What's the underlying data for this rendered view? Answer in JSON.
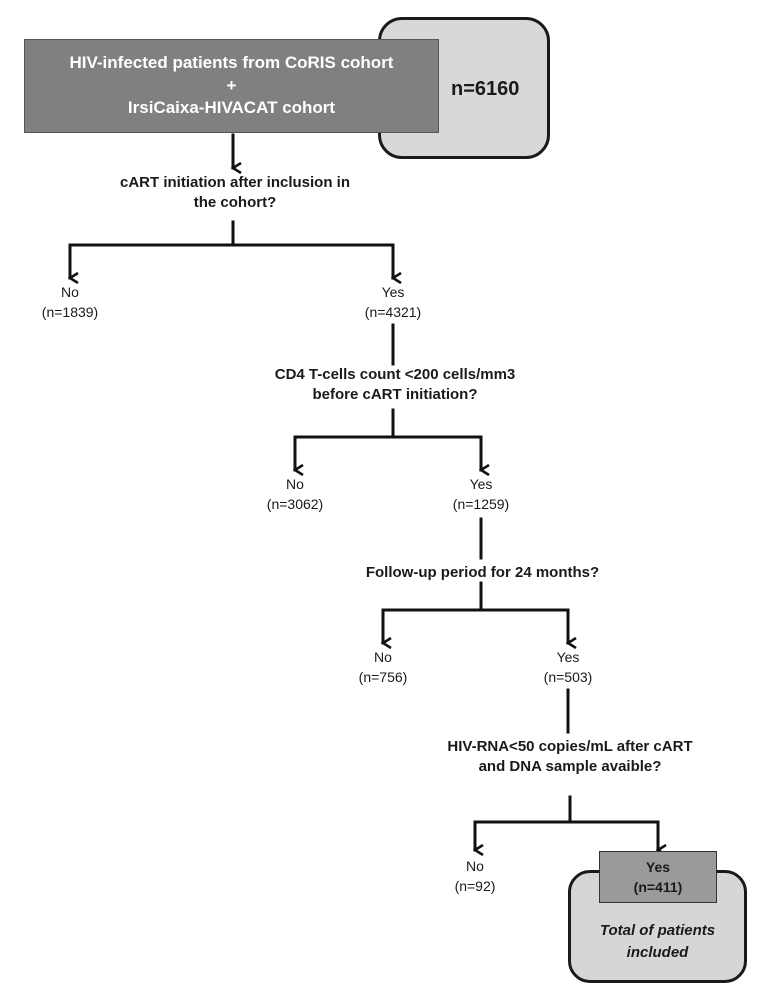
{
  "root": {
    "line1": "HIV-infected patients from CoRIS cohort",
    "plus": "+",
    "line2": "IrsiCaixa-HIVACAT cohort",
    "count": "n=6160"
  },
  "steps": [
    {
      "question_line1": "cART initiation after inclusion in",
      "question_line2": "the cohort?",
      "no_label": "No",
      "no_count": "(n=1839)",
      "yes_label": "Yes",
      "yes_count": "(n=4321)"
    },
    {
      "question_line1": "CD4 T-cells count <200 cells/mm3",
      "question_line2": "before cART initiation?",
      "no_label": "No",
      "no_count": "(n=3062)",
      "yes_label": "Yes",
      "yes_count": "(n=1259)"
    },
    {
      "question_line1": "Follow-up period for 24 months?",
      "no_label": "No",
      "no_count": "(n=756)",
      "yes_label": "Yes",
      "yes_count": "(n=503)"
    },
    {
      "question_line1": "HIV-RNA<50 copies/mL after cART",
      "question_line2": "and DNA sample avaible?",
      "no_label": "No",
      "no_count": "(n=92)",
      "yes_label": "Yes",
      "yes_count": "(n=411)"
    }
  ],
  "final": {
    "caption_line1": "Total of patients",
    "caption_line2": "included"
  },
  "colors": {
    "root_fill": "#808080",
    "count_box_fill": "#d8d8d8",
    "final_fill": "#d6d6d6",
    "yes_box_fill": "#9a9a9a",
    "line": "#111111"
  }
}
